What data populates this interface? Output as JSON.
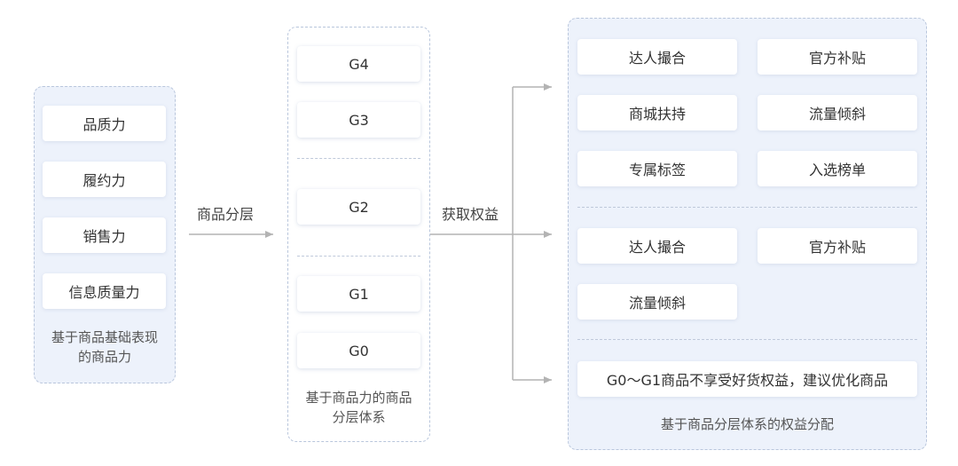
{
  "ability": {
    "items": [
      "品质力",
      "履约力",
      "销售力",
      "信息质量力"
    ],
    "caption_line1": "基于商品基础表现",
    "caption_line2": "的商品力"
  },
  "arrow1_label": "商品分层",
  "grades": {
    "items": [
      "G4",
      "G3",
      "G2",
      "G1",
      "G0"
    ],
    "caption_line1": "基于商品力的商品",
    "caption_line2": "分层体系"
  },
  "arrow2_label": "获取权益",
  "benefits": {
    "tier_top": [
      "达人撮合",
      "官方补贴",
      "商城扶持",
      "流量倾斜",
      "专属标签",
      "入选榜单"
    ],
    "tier_mid": [
      "达人撮合",
      "官方补贴",
      "流量倾斜"
    ],
    "tier_low": "G0～G1商品不享受好货权益，建议优化商品",
    "caption": "基于商品分层体系的权益分配"
  },
  "colors": {
    "panel_bg": "#edf2fb",
    "panel_border": "#b9c6dc",
    "arrow": "#b3b3b3"
  }
}
